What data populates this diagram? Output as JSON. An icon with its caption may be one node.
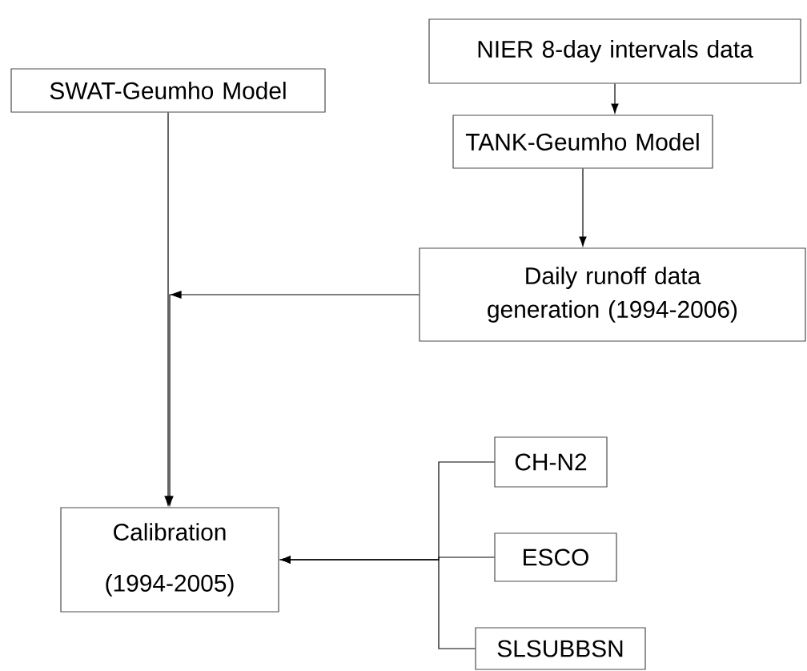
{
  "diagram": {
    "nodes": [
      {
        "text": [
          "SWAT-Geumho Model"
        ]
      },
      {
        "text": [
          "NIER 8-day intervals data"
        ]
      },
      {
        "text": [
          "TANK-Geumho Model"
        ]
      },
      {
        "text": [
          "Daily runoff data generation (1994-2006)"
        ]
      },
      {
        "text": [
          "Calibration (1994-2005)"
        ]
      },
      {
        "text": [
          "CH-N2"
        ]
      },
      {
        "text": [
          "ESCO"
        ]
      },
      {
        "text": [
          "SLSUBBSN"
        ]
      }
    ],
    "edges": [
      {
        "from": 1,
        "to": 2,
        "arrow": "to"
      },
      {
        "from": 2,
        "to": 3,
        "arrow": "to"
      },
      {
        "from": 0,
        "to": 4,
        "arrow": "to"
      },
      {
        "from": 3,
        "to": 4,
        "arrow": "to"
      },
      {
        "from": 5,
        "to": 4,
        "arrow": "to"
      },
      {
        "from": 6,
        "to": 4,
        "arrow": "to"
      },
      {
        "from": 7,
        "to": 4,
        "arrow": "to"
      }
    ]
  }
}
